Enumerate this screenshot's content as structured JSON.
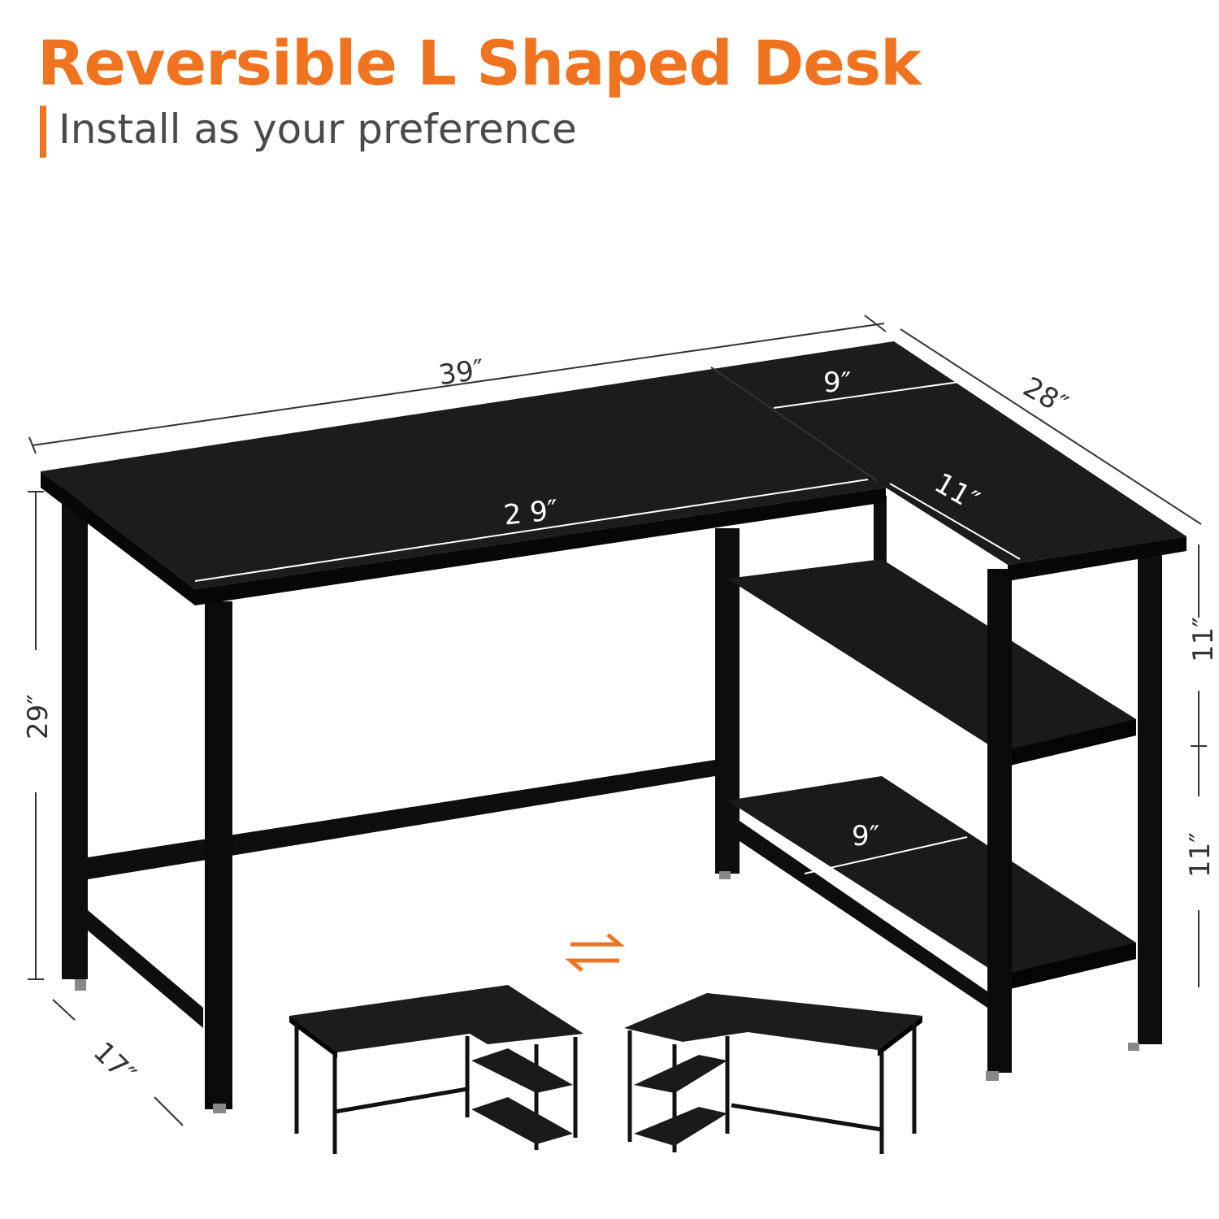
{
  "header": {
    "title": "Reversible L Shaped Desk",
    "subtitle": "Install as your preference"
  },
  "colors": {
    "accent": "#f07320",
    "subtitle_text": "#4a4a4a",
    "desk": "#141414"
  },
  "dimensions": {
    "total_length": "39″",
    "return_top_width": "9″",
    "return_depth": "28″",
    "main_desk_length": "2 9″",
    "return_front_width": "11″",
    "height": "29″",
    "desk_depth": "17″",
    "upper_shelf_gap": "11″",
    "lower_shelf_gap": "11″",
    "shelf_width": "9″"
  },
  "icons": {
    "swap": "swap-arrows-icon"
  }
}
